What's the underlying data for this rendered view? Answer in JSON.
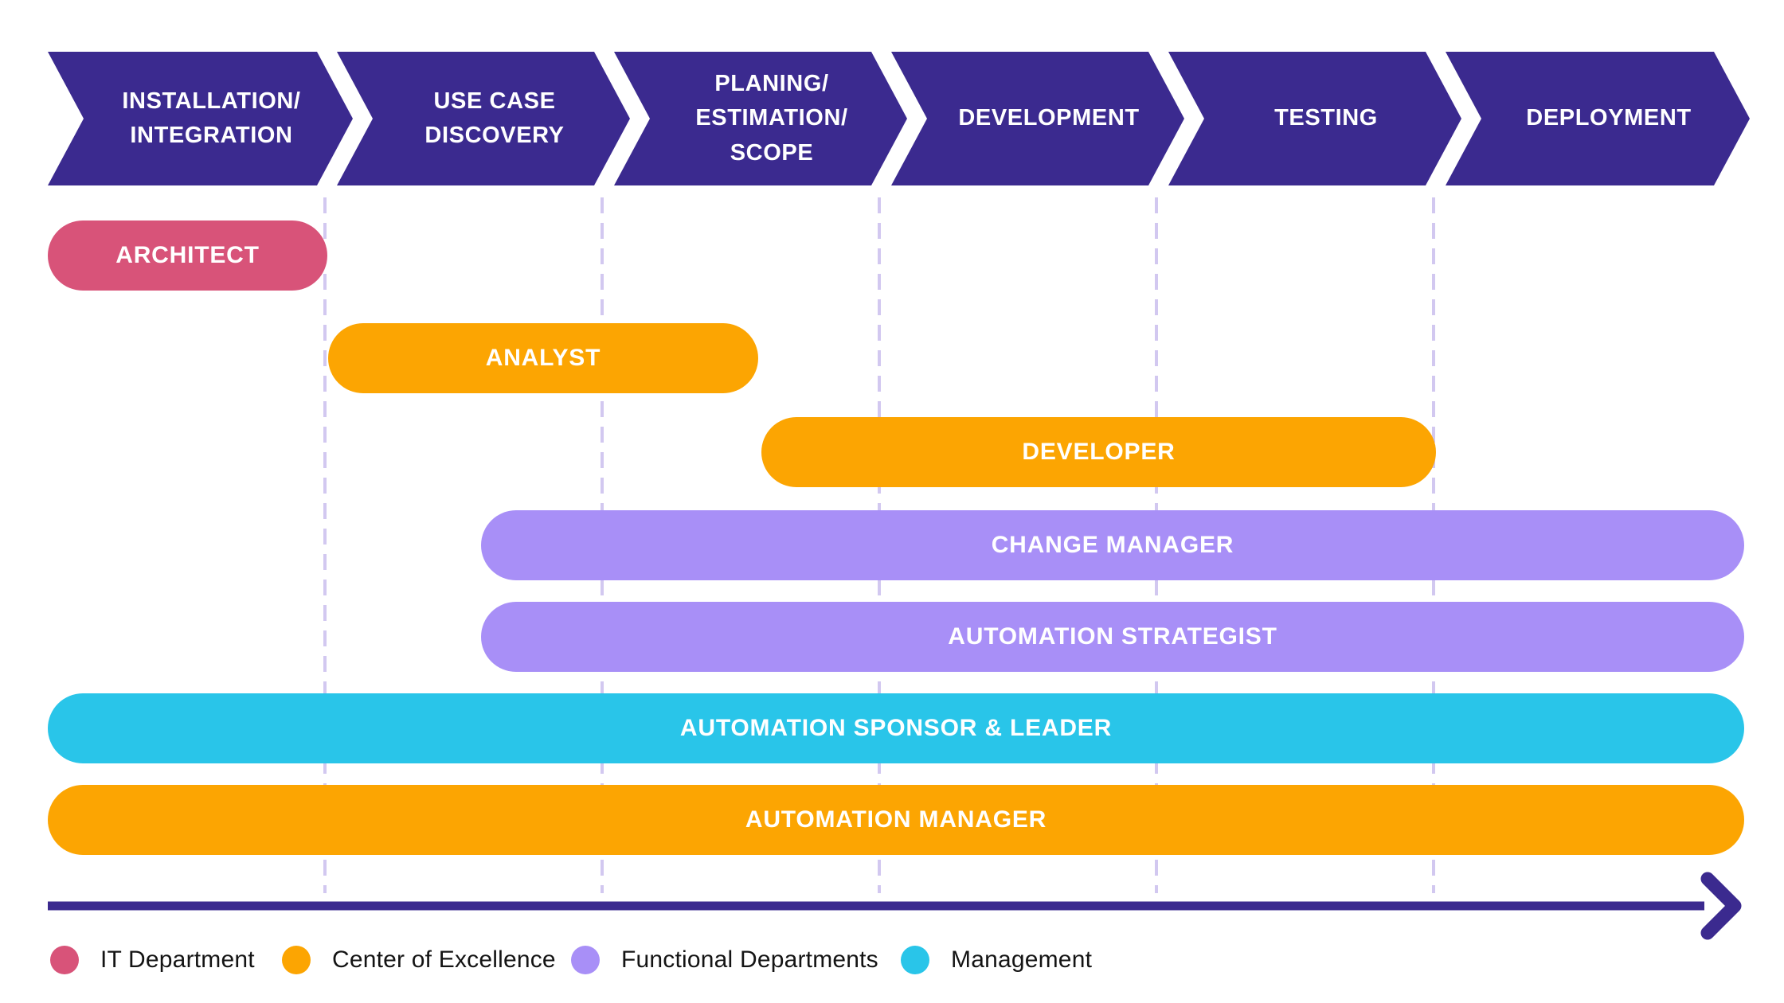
{
  "phases": [
    {
      "label": "INSTALLATION/\nINTEGRATION"
    },
    {
      "label": "USE CASE\nDISCOVERY"
    },
    {
      "label": "PLANING/\nESTIMATION/\nSCOPE"
    },
    {
      "label": "DEVELOPMENT"
    },
    {
      "label": "TESTING"
    },
    {
      "label": "DEPLOYMENT"
    }
  ],
  "bars": [
    {
      "label": "ARCHITECT",
      "department": "IT Department",
      "color": "#D85379",
      "from": "Installation/Integration (start)",
      "to": "Installation/Integration (end)"
    },
    {
      "label": "ANALYST",
      "department": "Center of Excellence",
      "color": "#FCA502",
      "from": "Use Case Discovery (start)",
      "to": "Planing/Estimation/Scope (mid)"
    },
    {
      "label": "DEVELOPER",
      "department": "Center of Excellence",
      "color": "#FCA502",
      "from": "Planing/Estimation/Scope (mid)",
      "to": "Testing (end)"
    },
    {
      "label": "CHANGE MANAGER",
      "department": "Functional Departments",
      "color": "#A88FF7",
      "from": "Use Case Discovery (mid)",
      "to": "Deployment (end)"
    },
    {
      "label": "AUTOMATION STRATEGIST",
      "department": "Functional Departments",
      "color": "#A88FF7",
      "from": "Use Case Discovery (mid)",
      "to": "Deployment (end)"
    },
    {
      "label": "AUTOMATION SPONSOR & LEADER",
      "department": "Management",
      "color": "#29C5E9",
      "from": "Installation/Integration (start)",
      "to": "Deployment (end)"
    },
    {
      "label": "AUTOMATION MANAGER",
      "department": "Center of Excellence",
      "color": "#FCA502",
      "from": "Installation/Integration (start)",
      "to": "Deployment (end)"
    }
  ],
  "legend": [
    {
      "label": "IT Department",
      "color": "#D85379"
    },
    {
      "label": "Center of Excellence",
      "color": "#FCA502"
    },
    {
      "label": "Functional Departments",
      "color": "#A88FF7"
    },
    {
      "label": "Management",
      "color": "#29C5E9"
    }
  ],
  "colors": {
    "phase_arrow": "#3B2A8F",
    "timeline_arrow": "#3B2A8F",
    "column_divider": "#D2C8F0",
    "background": "#FFFFFF",
    "label_text": "#FFFFFF",
    "legend_text": "#141414"
  }
}
